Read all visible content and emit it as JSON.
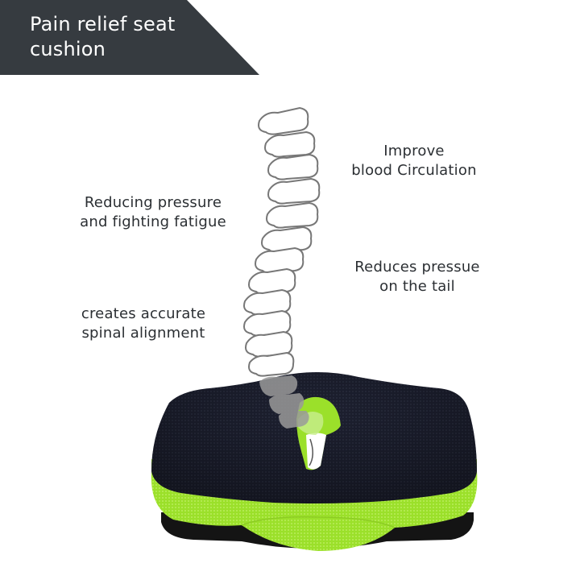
{
  "banner": {
    "title_line1": "Pain relief seat",
    "title_line2": "cushion",
    "color": "#363b40"
  },
  "features": [
    {
      "line1": "Improve",
      "line2": "blood Circulation"
    },
    {
      "line1": "Reducing pressure",
      "line2": "and fighting fatigue"
    },
    {
      "line1": "Reduces pressue",
      "line2": "on the tail"
    },
    {
      "line1": "creates accurate",
      "line2": "spinal alignment"
    }
  ],
  "product": {
    "name": "seat cushion",
    "top_color": "#1d2030",
    "side_color": "#9be02a",
    "base_color": "#141414"
  }
}
